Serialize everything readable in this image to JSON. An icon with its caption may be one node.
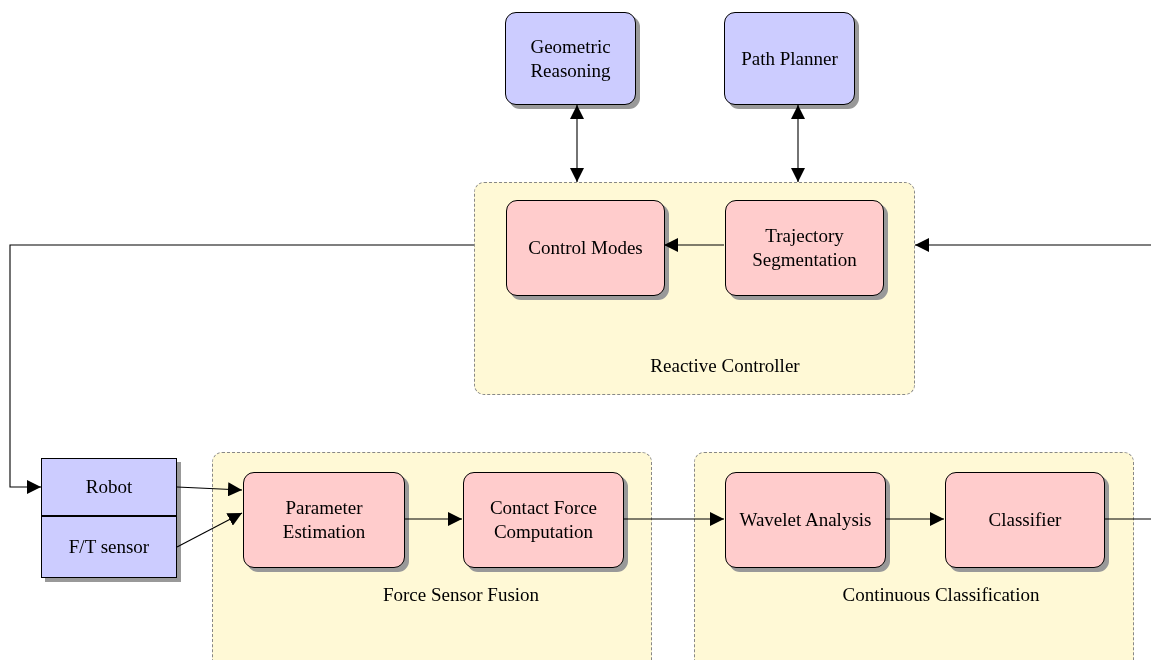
{
  "diagram": {
    "nodes": [
      {
        "text": [
          "Geometric Reasoning"
        ]
      },
      {
        "text": [
          "Path Planner"
        ]
      },
      {
        "text": [
          "Reactive Controller"
        ]
      },
      {
        "text": [
          "Control Modes"
        ],
        "in": 2
      },
      {
        "text": [
          "Trajectory Segmentation"
        ],
        "in": 2
      },
      {
        "text": [
          "Robot"
        ]
      },
      {
        "text": [
          "F/T sensor"
        ]
      },
      {
        "text": [
          "Force Sensor Fusion"
        ]
      },
      {
        "text": [
          "Parameter Estimation"
        ],
        "in": 7
      },
      {
        "text": [
          "Contact Force Computation"
        ],
        "in": 7
      },
      {
        "text": [
          "Continuous Classification"
        ]
      },
      {
        "text": [
          "Wavelet Analysis"
        ],
        "in": 10
      },
      {
        "text": [
          "Classifier"
        ],
        "in": 10
      }
    ],
    "edges": [
      {
        "from": 0,
        "to": 2,
        "arrow": "both"
      },
      {
        "from": 1,
        "to": 2,
        "arrow": "both"
      },
      {
        "from": 4,
        "to": 3,
        "arrow": "to"
      },
      {
        "from": null,
        "to": 2,
        "arrow": "to"
      },
      {
        "from": 2,
        "to": 5,
        "arrow": "to"
      },
      {
        "from": 5,
        "to": 8,
        "arrow": "to"
      },
      {
        "from": 6,
        "to": 8,
        "arrow": "to"
      },
      {
        "from": 8,
        "to": 9,
        "arrow": "to"
      },
      {
        "from": 9,
        "to": 11,
        "arrow": "to"
      },
      {
        "from": 11,
        "to": 12,
        "arrow": "to"
      },
      {
        "from": 12,
        "to": null,
        "arrow": "none"
      }
    ]
  }
}
